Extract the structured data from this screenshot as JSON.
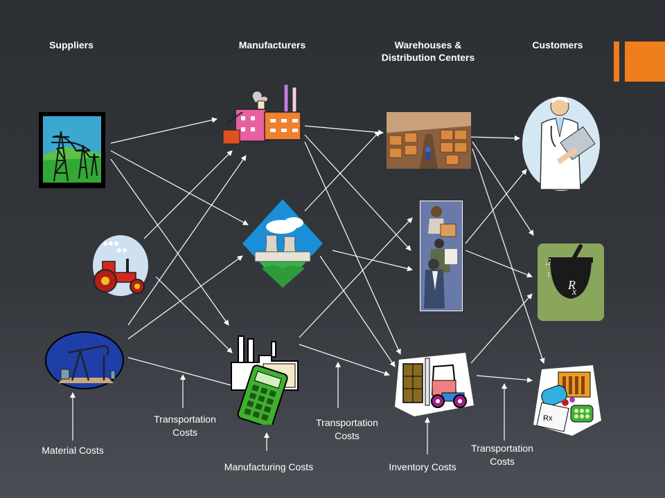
{
  "headers": {
    "suppliers": "Suppliers",
    "manufacturers": "Manufacturers",
    "warehouses_line1": "Warehouses &",
    "warehouses_line2": "Distribution Centers",
    "customers": "Customers"
  },
  "labels": {
    "material_costs": "Material Costs",
    "transport_1_line1": "Transportation",
    "transport_1_line2": "Costs",
    "manufacturing_costs": "Manufacturing Costs",
    "transport_2_line1": "Transportation",
    "transport_2_line2": "Costs",
    "inventory_costs": "Inventory Costs",
    "transport_3_line1": "Transportation",
    "transport_3_line2": "Costs"
  },
  "icons": {
    "suppliers": [
      "power-lines-icon",
      "tractor-icon",
      "oil-pump-icon"
    ],
    "manufacturers": [
      "factory-icon",
      "power-plant-icon",
      "factory-calculator-icon"
    ],
    "warehouses": [
      "warehouse-icon",
      "workers-icon",
      "forklift-icon"
    ],
    "customers": [
      "doctor-icon",
      "pharmacy-icon",
      "medicine-icon"
    ]
  },
  "colors": {
    "accent": "#f07d1b",
    "arrow": "#ffffff",
    "pharmacy": "#8aa65c"
  }
}
